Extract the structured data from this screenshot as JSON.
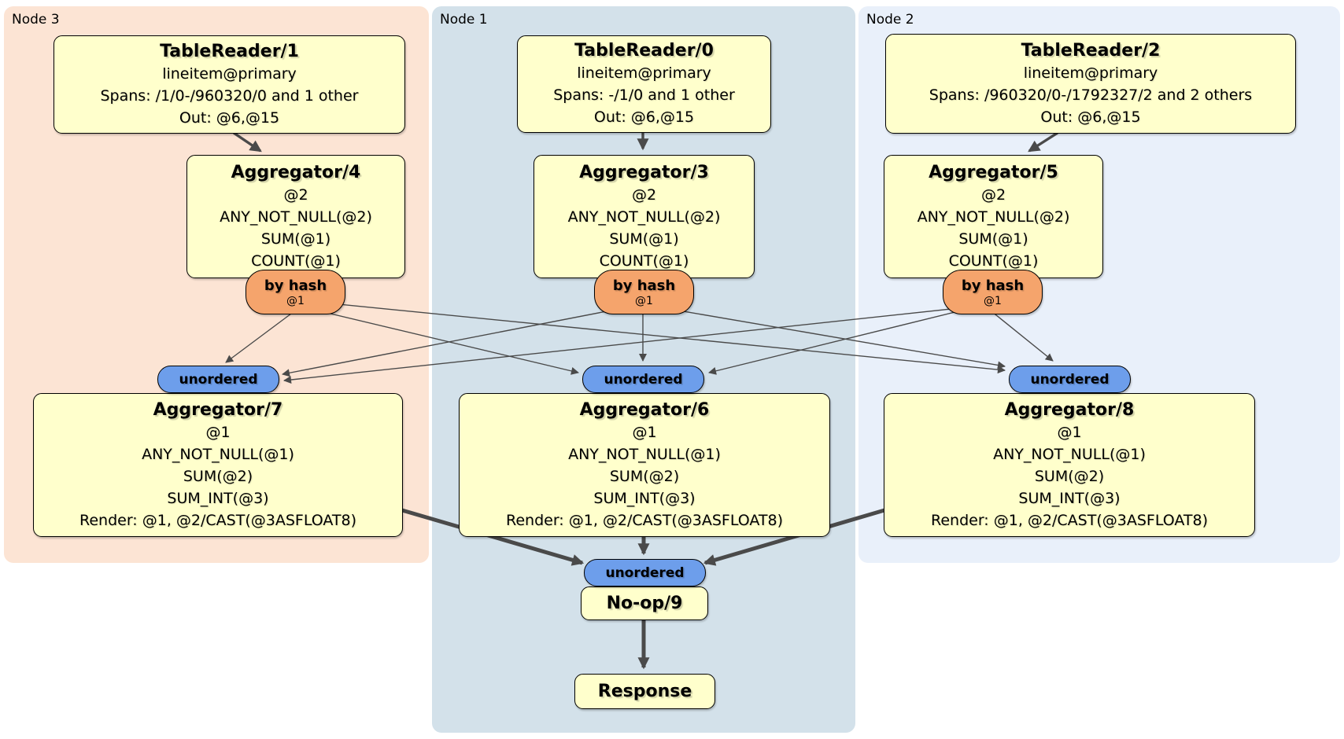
{
  "colors": {
    "node3_bg": "#fce4d4",
    "node1_bg": "#d3e1ea",
    "node2_bg": "#e9f0fa",
    "box_fill": "#ffffcc",
    "router_fill": "#f5a46c",
    "sync_fill": "#6d9eeb",
    "edge": "#4a4a4a"
  },
  "regions": {
    "node3": {
      "label": "Node 3"
    },
    "node1": {
      "label": "Node 1"
    },
    "node2": {
      "label": "Node 2"
    }
  },
  "processors": {
    "tr1": {
      "title": "TableReader/1",
      "lines": [
        "lineitem@primary",
        "Spans: /1/0-/960320/0 and 1 other",
        "Out: @6,@15"
      ]
    },
    "tr0": {
      "title": "TableReader/0",
      "lines": [
        "lineitem@primary",
        "Spans: -/1/0 and 1 other",
        "Out: @6,@15"
      ]
    },
    "tr2": {
      "title": "TableReader/2",
      "lines": [
        "lineitem@primary",
        "Spans: /960320/0-/1792327/2 and 2 others",
        "Out: @6,@15"
      ]
    },
    "agg4": {
      "title": "Aggregator/4",
      "lines": [
        "@2",
        "ANY_NOT_NULL(@2)",
        "SUM(@1)",
        "COUNT(@1)"
      ]
    },
    "agg3": {
      "title": "Aggregator/3",
      "lines": [
        "@2",
        "ANY_NOT_NULL(@2)",
        "SUM(@1)",
        "COUNT(@1)"
      ]
    },
    "agg5": {
      "title": "Aggregator/5",
      "lines": [
        "@2",
        "ANY_NOT_NULL(@2)",
        "SUM(@1)",
        "COUNT(@1)"
      ]
    },
    "agg7": {
      "title": "Aggregator/7",
      "lines": [
        "@1",
        "ANY_NOT_NULL(@1)",
        "SUM(@2)",
        "SUM_INT(@3)",
        "Render: @1, @2/CAST(@3ASFLOAT8)"
      ]
    },
    "agg6": {
      "title": "Aggregator/6",
      "lines": [
        "@1",
        "ANY_NOT_NULL(@1)",
        "SUM(@2)",
        "SUM_INT(@3)",
        "Render: @1, @2/CAST(@3ASFLOAT8)"
      ]
    },
    "agg8": {
      "title": "Aggregator/8",
      "lines": [
        "@1",
        "ANY_NOT_NULL(@1)",
        "SUM(@2)",
        "SUM_INT(@3)",
        "Render: @1, @2/CAST(@3ASFLOAT8)"
      ]
    },
    "noop": {
      "title": "No-op/9"
    },
    "response": {
      "title": "Response"
    }
  },
  "routers": {
    "r4": {
      "label": "by hash",
      "key": "@1"
    },
    "r3": {
      "label": "by hash",
      "key": "@1"
    },
    "r5": {
      "label": "by hash",
      "key": "@1"
    }
  },
  "syncs": {
    "s7": {
      "label": "unordered"
    },
    "s6": {
      "label": "unordered"
    },
    "s8": {
      "label": "unordered"
    },
    "s9": {
      "label": "unordered"
    }
  }
}
